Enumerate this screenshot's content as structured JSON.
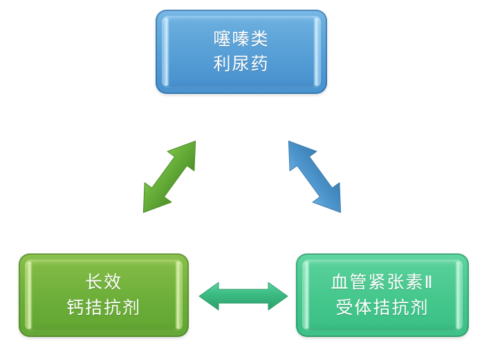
{
  "diagram": {
    "type": "triangle-relationship",
    "background_color": "#ffffff",
    "nodes": [
      {
        "id": "thiazide",
        "position": "top",
        "line1": "噻嗪类",
        "line2": "利尿药",
        "fill_color": "#579fd6",
        "bevel_color": "#d7f1ff",
        "text_color": "#ffffff"
      },
      {
        "id": "ccb",
        "position": "bottom-left",
        "line1": "长效",
        "line2": "钙拮抗剂",
        "fill_color": "#6cae39",
        "bevel_color": "#e4f6ba",
        "text_color": "#ffffff"
      },
      {
        "id": "arb",
        "position": "bottom-right",
        "line1": "血管紧张素Ⅱ",
        "line2": "受体拮抗剂",
        "fill_color": "#45c78c",
        "bevel_color": "#cdfae7",
        "text_color": "#ffffff"
      }
    ],
    "connectors": [
      {
        "id": "ccb-thiazide",
        "from": "ccb",
        "to": "thiazide",
        "style": "double-headed",
        "orientation": "diagonal-up-right",
        "color": "#5ea835"
      },
      {
        "id": "thiazide-arb",
        "from": "thiazide",
        "to": "arb",
        "style": "double-headed",
        "orientation": "diagonal-down-right",
        "color": "#4a90c8"
      },
      {
        "id": "ccb-arb",
        "from": "ccb",
        "to": "arb",
        "style": "double-headed",
        "orientation": "horizontal",
        "color": "#3cb878"
      }
    ]
  }
}
